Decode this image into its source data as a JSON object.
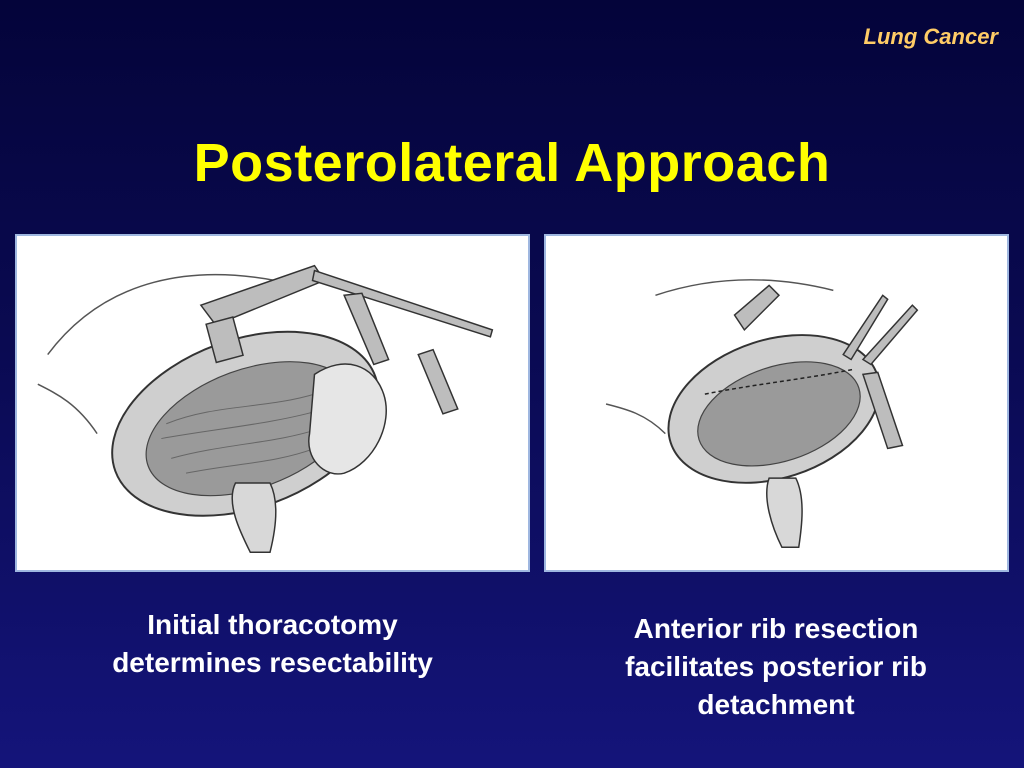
{
  "header": {
    "section_label": "Lung Cancer",
    "title": "Posterolateral Approach"
  },
  "figures": [
    {
      "caption_lines": [
        "Initial thoracotomy",
        "determines resectability"
      ]
    },
    {
      "caption_lines": [
        "Anterior rib resection",
        "facilitates posterior rib",
        "detachment"
      ]
    }
  ],
  "colors": {
    "background": "#0a0a52",
    "title": "#ffff00",
    "section_label": "#ffcc66",
    "caption": "#ffffff",
    "panel_border": "#9fb7e0"
  }
}
